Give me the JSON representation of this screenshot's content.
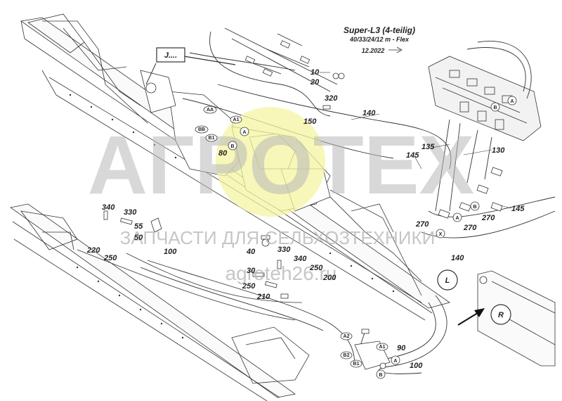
{
  "header": {
    "title": "Super-L3 (4-teilig)",
    "subtitle": "40/33/24/12 m - Flex",
    "date": "12.2022"
  },
  "callouts": {
    "detail_ref": "J....",
    "left": "L",
    "right": "R",
    "A": "A",
    "B": "B",
    "X": "X",
    "AA": "AA",
    "BB": "BB",
    "A1": "A1",
    "B1": "B1",
    "A2": "A2",
    "B2": "B2"
  },
  "part_numbers": {
    "p10": "10",
    "p20": "20",
    "p320": "320",
    "p150": "150",
    "p140a": "140",
    "p80": "80",
    "p135": "135",
    "p130": "130",
    "p145a": "145",
    "p145b": "145",
    "p270a": "270",
    "p270b": "270",
    "p270c": "270",
    "p140b": "140",
    "p340a": "340",
    "p330a": "330",
    "p55": "55",
    "p50": "50",
    "p220": "220",
    "p250a": "250",
    "p100a": "100",
    "p40": "40",
    "p330b": "330",
    "p340b": "340",
    "p30": "30",
    "p250b": "250",
    "p200": "200",
    "p250c": "250",
    "p210": "210",
    "p90": "90",
    "p100b": "100"
  },
  "watermark": {
    "brand": "АГРОТЕХ",
    "tagline": "ЗАПЧАСТИ ДЛЯ СЕЛЬХОЗТЕХНИКИ",
    "url": "agroteh26.ru"
  }
}
